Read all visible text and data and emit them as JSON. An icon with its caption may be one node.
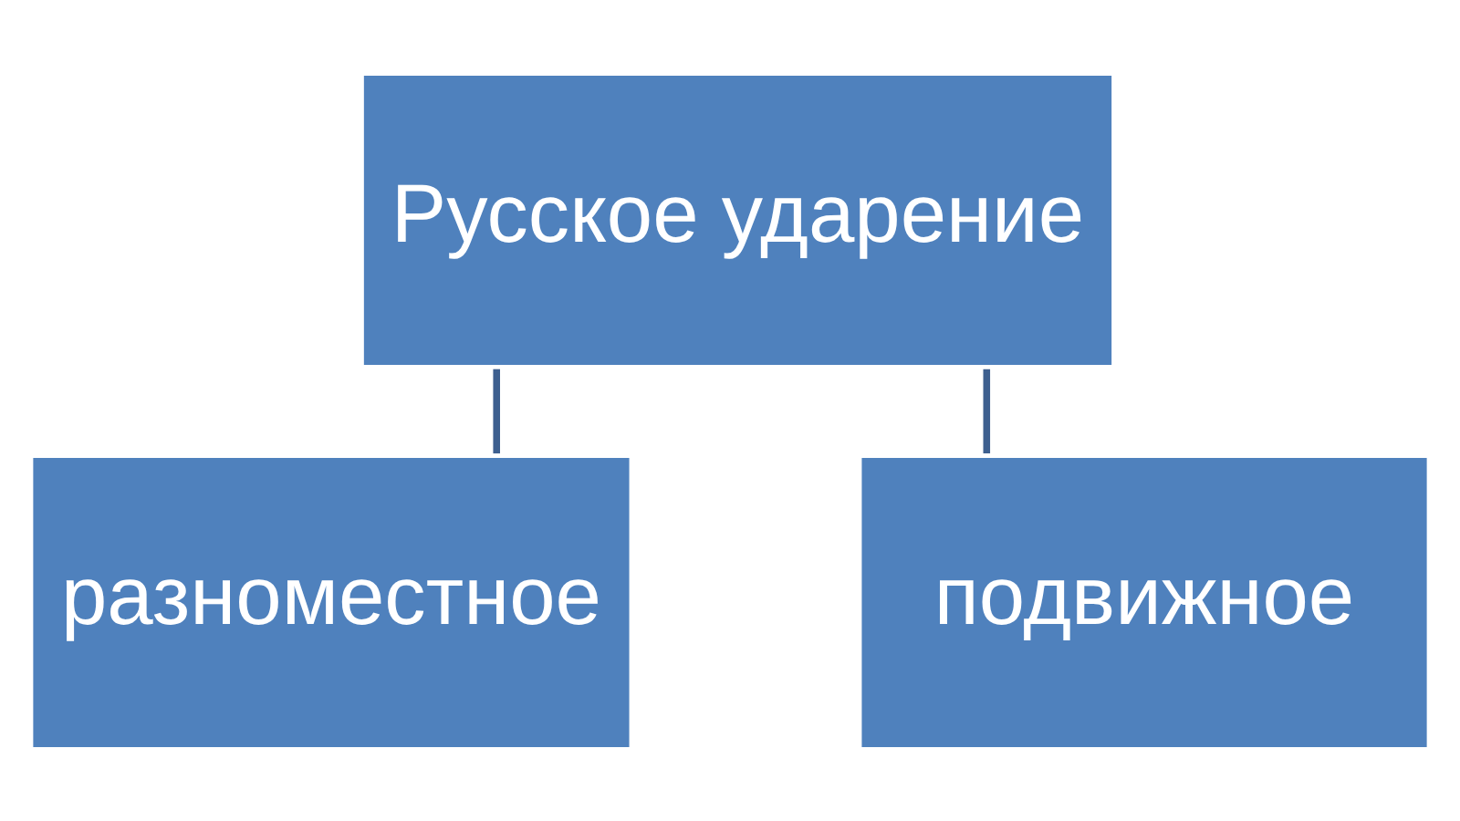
{
  "diagram": {
    "nodes": [
      {
        "text": [
          "Русское ударение"
        ]
      },
      {
        "text": [
          "разноместное"
        ]
      },
      {
        "text": [
          "подвижное"
        ]
      }
    ],
    "edges": [
      {
        "from": 0,
        "to": 1,
        "arrow": "none"
      },
      {
        "from": 0,
        "to": 2,
        "arrow": "none"
      }
    ]
  }
}
